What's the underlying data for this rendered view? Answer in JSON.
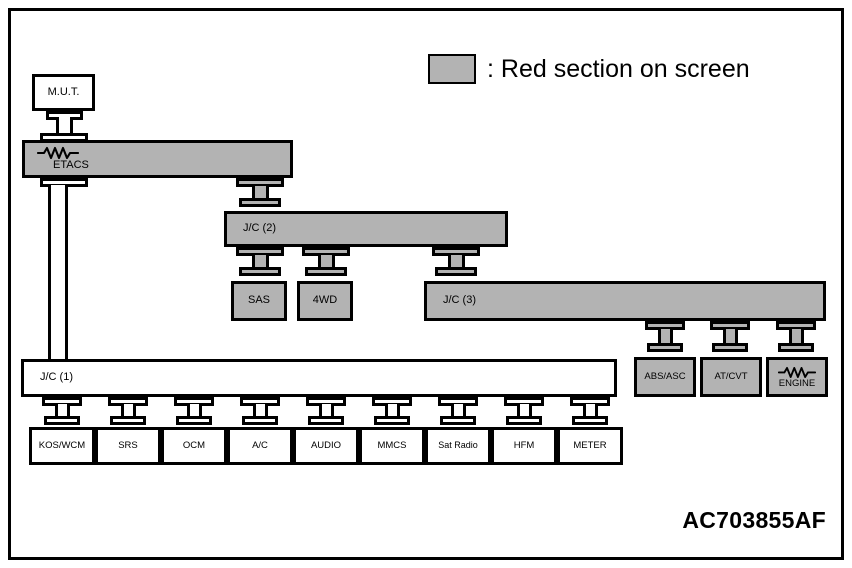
{
  "diagram": {
    "code": "AC703855AF",
    "legend": {
      "swatch_name": "gray-swatch",
      "text": ": Red section on screen",
      "swatch_color": "#b3b3b3"
    },
    "colors": {
      "highlight_gray": "#b3b3b3",
      "line_black": "#000000",
      "background_white": "#ffffff"
    },
    "nodes": {
      "mut": {
        "label": "M.U.T.",
        "highlighted": false
      },
      "etacs": {
        "label": "ETACS",
        "highlighted": true,
        "symbol": "resistor-squiggle"
      },
      "jc2": {
        "label": "J/C (2)",
        "highlighted": true
      },
      "sas": {
        "label": "SAS",
        "highlighted": true
      },
      "fourwd": {
        "label": "4WD",
        "highlighted": true
      },
      "jc3": {
        "label": "J/C (3)",
        "highlighted": true
      },
      "abs_asc": {
        "label": "ABS/ASC",
        "highlighted": true
      },
      "at_cvt": {
        "label": "AT/CVT",
        "highlighted": true
      },
      "engine": {
        "label": "ENGINE",
        "highlighted": true,
        "symbol": "resistor-squiggle"
      },
      "jc1": {
        "label": "J/C (1)",
        "highlighted": false
      }
    },
    "bottom_modules": [
      {
        "label": "KOS/WCM"
      },
      {
        "label": "SRS"
      },
      {
        "label": "OCM"
      },
      {
        "label": "A/C"
      },
      {
        "label": "AUDIO"
      },
      {
        "label": "MMCS"
      },
      {
        "label": "Sat Radio"
      },
      {
        "label": "HFM"
      },
      {
        "label": "METER"
      }
    ]
  }
}
